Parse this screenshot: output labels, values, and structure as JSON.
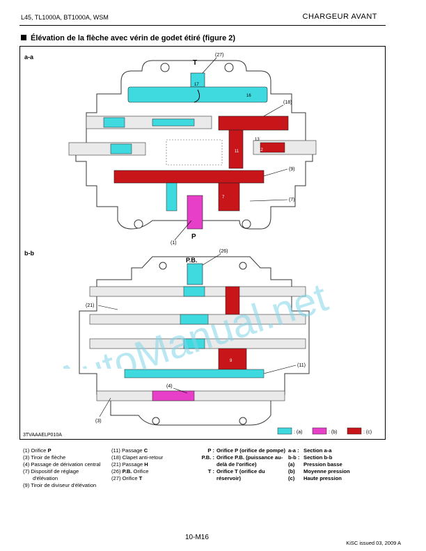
{
  "header": {
    "models": "L45, TL1000A, BT1000A, WSM",
    "section": "CHARGEUR  AVANT"
  },
  "title": "Élévation de la flèche avec vérin de godet étiré (figure 2)",
  "figure": {
    "section_aa": "a-a",
    "section_bb": "b-b",
    "image_code": "3TVAAAELP010A",
    "port_T": "T",
    "port_P": "P",
    "port_PB": "P.B.",
    "callouts": {
      "c27": "(27)",
      "c18": "(18)",
      "c9": "(9)",
      "c7": "(7)",
      "c1": "(1)",
      "c26": "(26)",
      "c21": "(21)",
      "c11": "(11)",
      "c4": "(4)",
      "c3": "(3)"
    },
    "inner_numbers": {
      "n17": "17",
      "n16": "16",
      "n13": "13",
      "n12": "12",
      "n11": "11",
      "n7": "7",
      "n9": "9"
    },
    "legend": [
      {
        "label": ": (a)",
        "color": "#3fd9e0"
      },
      {
        "label": ": (b)",
        "color": "#e83fc8"
      },
      {
        "label": ": (c)",
        "color": "#c8151a"
      }
    ]
  },
  "captions": {
    "col1": [
      {
        "text": "(1) Orifice ",
        "bold": "P"
      },
      {
        "text": "(3) Tiroir de flèche",
        "bold": ""
      },
      {
        "text": "(4) Passage de dérivation central",
        "bold": ""
      },
      {
        "text": "(7) Dispositif de réglage",
        "bold": ""
      },
      {
        "text": "      d'élévation",
        "bold": ""
      },
      {
        "text": "(9) Tiroir de diviseur d'élévation",
        "bold": ""
      }
    ],
    "col2": [
      {
        "text": "(11) Passage ",
        "bold": "C"
      },
      {
        "text": "(18) Clapet anti-retour",
        "bold": ""
      },
      {
        "text": "(21) Passage ",
        "bold": "H"
      },
      {
        "text": "(26) ",
        "bold": "P.B.",
        "after": " Orifice"
      },
      {
        "text": "(27) Orifice ",
        "bold": "T"
      }
    ],
    "col3": [
      {
        "key": "P :",
        "value": "Orifice P (orifice de pompe)"
      },
      {
        "key": "P.B. :",
        "value": "Orifice P.B. (puissance au-"
      },
      {
        "key": "",
        "value": "delà de l'orifice)"
      },
      {
        "key": "T :",
        "value": "Orifice T (orifice du"
      },
      {
        "key": "",
        "value": "réservoir)"
      }
    ],
    "col4": [
      {
        "key": "a-a :",
        "value": "Section a-a"
      },
      {
        "key": "b-b :",
        "value": "Section b-b"
      },
      {
        "key": "(a)",
        "value": "Pression basse"
      },
      {
        "key": "(b)",
        "value": "Moyenne pression"
      },
      {
        "key": "(c)",
        "value": "Haute pression"
      }
    ]
  },
  "watermark": "AutoManual.net",
  "footer": {
    "page": "10-M16",
    "issue": "KiSC issued 03, 2009 A"
  }
}
